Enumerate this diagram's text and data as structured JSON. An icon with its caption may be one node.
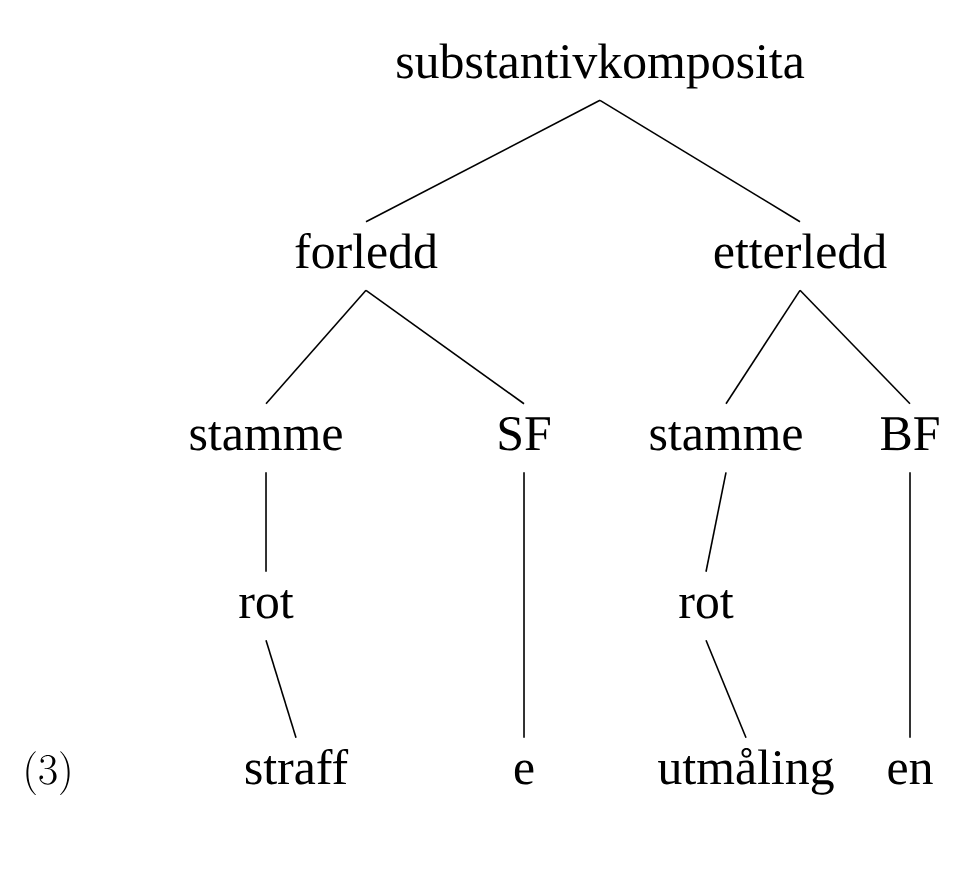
{
  "diagram": {
    "nodes": [
      {
        "text": [
          "substantivkomposita"
        ]
      },
      {
        "text": [
          "forledd"
        ]
      },
      {
        "text": [
          "etterledd"
        ]
      },
      {
        "text": [
          "stamme"
        ]
      },
      {
        "text": [
          "SF"
        ]
      },
      {
        "text": [
          "stamme"
        ]
      },
      {
        "text": [
          "BF"
        ]
      },
      {
        "text": [
          "rot"
        ]
      },
      {
        "text": [
          "rot"
        ]
      },
      {
        "text": [
          "straff"
        ]
      },
      {
        "text": [
          "e"
        ]
      },
      {
        "text": [
          "utmåling"
        ]
      },
      {
        "text": [
          "en"
        ]
      }
    ],
    "edges": [
      {
        "from": 0,
        "to": 1,
        "arrow": "none"
      },
      {
        "from": 0,
        "to": 2,
        "arrow": "none"
      },
      {
        "from": 1,
        "to": 3,
        "arrow": "none"
      },
      {
        "from": 1,
        "to": 4,
        "arrow": "none"
      },
      {
        "from": 2,
        "to": 5,
        "arrow": "none"
      },
      {
        "from": 2,
        "to": 6,
        "arrow": "none"
      },
      {
        "from": 3,
        "to": 7,
        "arrow": "none"
      },
      {
        "from": 7,
        "to": 9,
        "arrow": "none"
      },
      {
        "from": 4,
        "to": 10,
        "arrow": "none"
      },
      {
        "from": 5,
        "to": 8,
        "arrow": "none"
      },
      {
        "from": 8,
        "to": 11,
        "arrow": "none"
      },
      {
        "from": 6,
        "to": 12,
        "arrow": "none"
      }
    ],
    "labels": [
      "(3)"
    ]
  }
}
